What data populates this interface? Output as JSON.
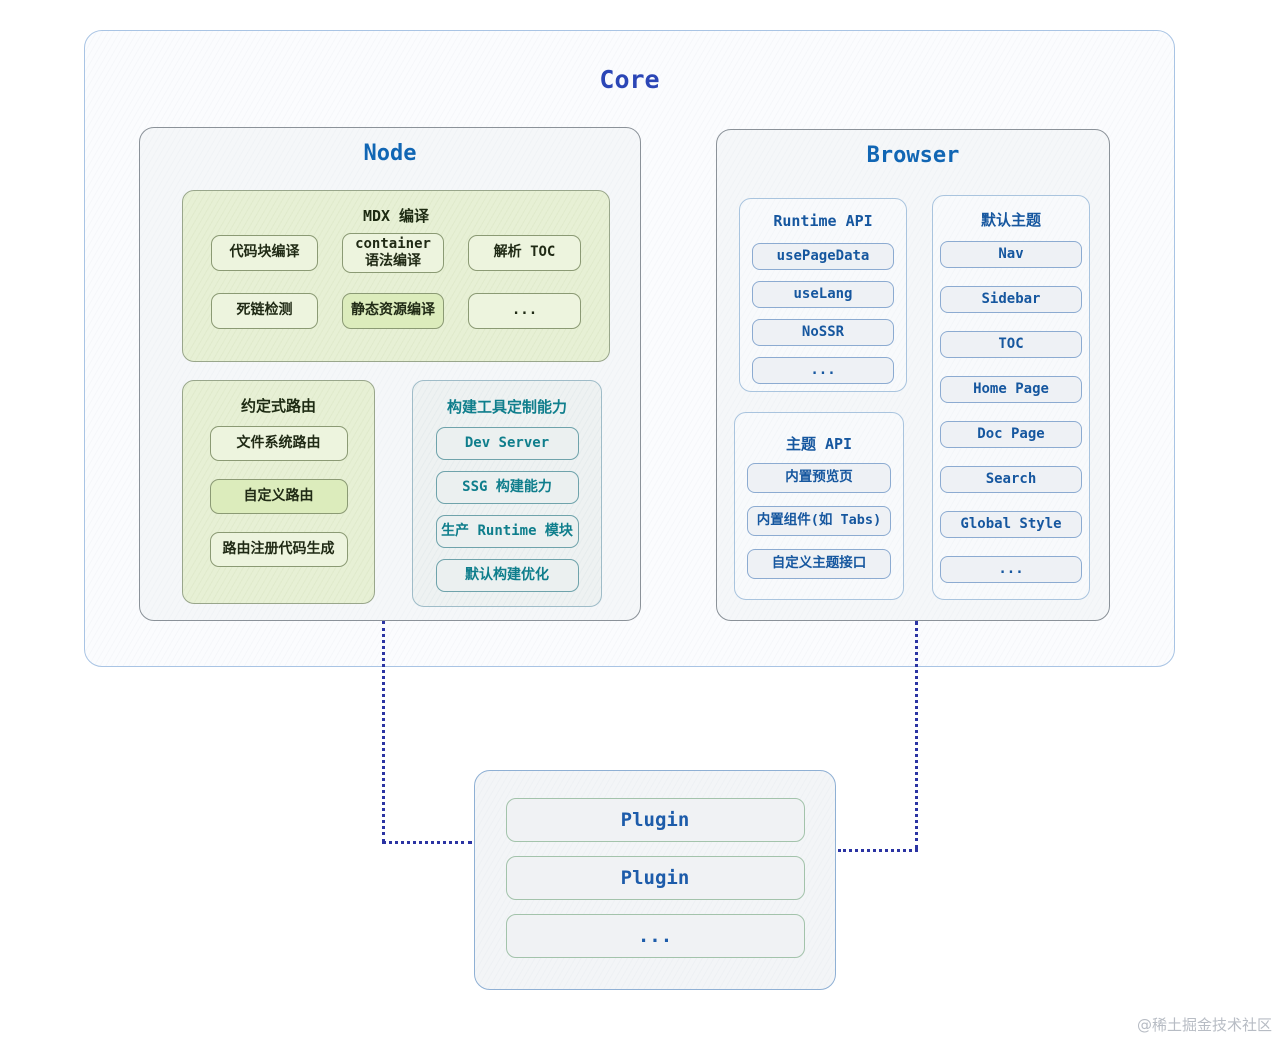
{
  "core": {
    "title": "Core",
    "node": {
      "title": "Node",
      "mdx": {
        "title": "MDX 编译",
        "items": [
          "代码块编译",
          "container 语法编译",
          "解析 TOC",
          "死链检测",
          "静态资源编译",
          "..."
        ]
      },
      "routing": {
        "title": "约定式路由",
        "items": [
          "文件系统路由",
          "自定义路由",
          "路由注册代码生成"
        ]
      },
      "build": {
        "title": "构建工具定制能力",
        "items": [
          "Dev Server",
          "SSG 构建能力",
          "生产 Runtime 模块",
          "默认构建优化"
        ]
      }
    },
    "browser": {
      "title": "Browser",
      "runtime_api": {
        "title": "Runtime API",
        "items": [
          "usePageData",
          "useLang",
          "NoSSR",
          "..."
        ]
      },
      "theme_api": {
        "title": "主题 API",
        "items": [
          "内置预览页",
          "内置组件(如 Tabs)",
          "自定义主题接口"
        ]
      },
      "default_theme": {
        "title": "默认主题",
        "items": [
          "Nav",
          "Sidebar",
          "TOC",
          "Home Page",
          "Doc Page",
          "Search",
          "Global Style",
          "..."
        ]
      }
    }
  },
  "plugin": {
    "items": [
      "Plugin",
      "Plugin",
      "..."
    ]
  },
  "watermark": {
    "text": "@稀土掘金技术社区"
  },
  "colors": {
    "core_border": "#a9c4e4",
    "core_title_blue": "#2b46b6",
    "section_title_blue": "#1166b4",
    "green_box_bg": "#e7f0d5",
    "green_item_bg": "#edf4de",
    "teal_text": "#0f7e8c",
    "blue_item_text": "#16579f",
    "plugin_text": "#1d5caa",
    "connector_dotted": "#2b34a3"
  }
}
